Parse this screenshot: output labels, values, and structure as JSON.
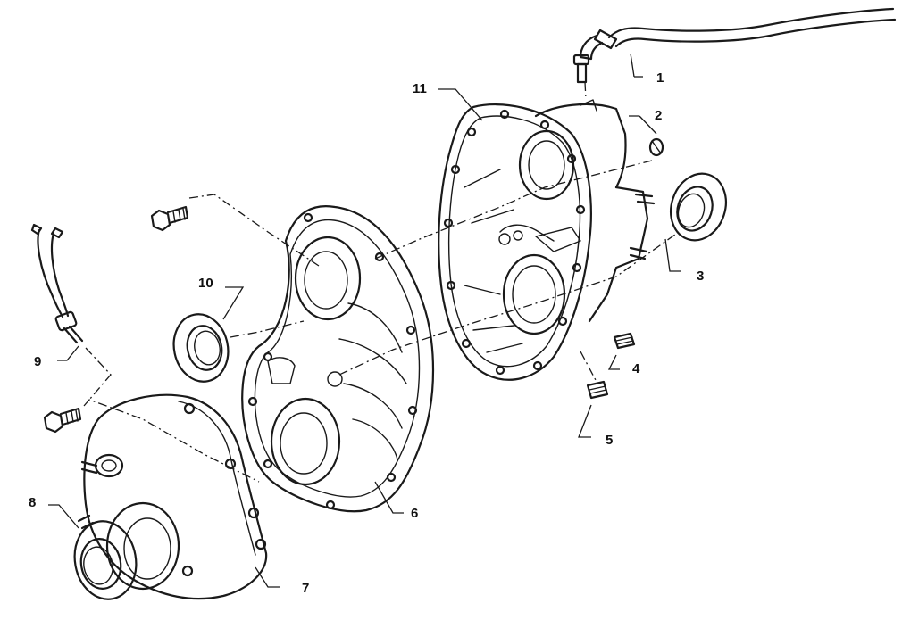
{
  "diagram": {
    "callouts": [
      {
        "id": "c1",
        "label": "1"
      },
      {
        "id": "c2",
        "label": "2"
      },
      {
        "id": "c3",
        "label": "3"
      },
      {
        "id": "c4",
        "label": "4"
      },
      {
        "id": "c5",
        "label": "5"
      },
      {
        "id": "c6",
        "label": "6"
      },
      {
        "id": "c7",
        "label": "7"
      },
      {
        "id": "c8",
        "label": "8"
      },
      {
        "id": "c9",
        "label": "9"
      },
      {
        "id": "c10",
        "label": "10"
      },
      {
        "id": "c11",
        "label": "11"
      }
    ],
    "ink_color": "#1a1a1a",
    "background": "#ffffff"
  }
}
